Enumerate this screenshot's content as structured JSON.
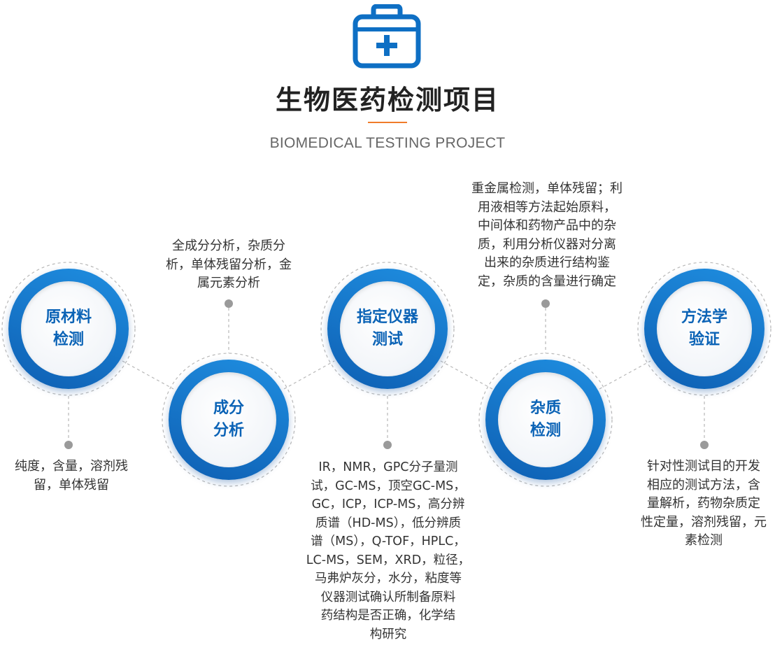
{
  "header": {
    "title": "生物医药检测项目",
    "subtitle": "BIOMEDICAL TESTING PROJECT",
    "icon": "medical-kit-icon",
    "accent_color": "#f07c2a"
  },
  "theme": {
    "node_color": "#0e5fb3",
    "node_text_color": "#0b63b6",
    "connector_color": "#b3b3b3"
  },
  "nodes": [
    {
      "label_line1": "原材料",
      "label_line2": "检测",
      "desc_lines": [
        "纯度，含量，溶剂残",
        "留，单体残留"
      ]
    },
    {
      "label_line1": "成分",
      "label_line2": "分析",
      "desc_lines": [
        "全成分分析，杂质分",
        "析，单体残留分析，金",
        "属元素分析"
      ]
    },
    {
      "label_line1": "指定仪器",
      "label_line2": "测试",
      "desc_lines": [
        "IR，NMR，GPC分子量测",
        "试，GC-MS，顶空GC-MS，",
        "GC，ICP，ICP-MS，高分辨",
        "质谱（HD-MS），低分辨质",
        "谱（MS），Q-TOF，HPLC，",
        "LC-MS，SEM，XRD，粒径，",
        "马弗炉灰分，水分，粘度等",
        "仪器测试确认所制备原料",
        "药结构是否正确，化学结",
        "构研究"
      ]
    },
    {
      "label_line1": "杂质",
      "label_line2": "检测",
      "desc_lines": [
        "重金属检测，单体残留；利",
        "用液相等方法起始原料，",
        "中间体和药物产品中的杂",
        "质，利用分析仪器对分离",
        "出来的杂质进行结构鉴",
        "定，杂质的含量进行确定"
      ]
    },
    {
      "label_line1": "方法学",
      "label_line2": "验证",
      "desc_lines": [
        "针对性测试目的开发",
        "相应的测试方法，含",
        "量解析，药物杂质定",
        "性定量，溶剂残留，元",
        "素检测"
      ]
    }
  ]
}
